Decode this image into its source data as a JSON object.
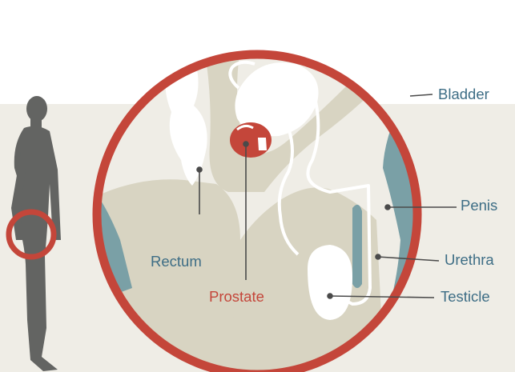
{
  "labels": {
    "bladder": "Bladder",
    "penis": "Penis",
    "urethra": "Urethra",
    "testicle": "Testicle",
    "rectum": "Rectum",
    "prostate": "Prostate"
  },
  "colors": {
    "label": "#3d6d85",
    "prostate_label": "#c4463a",
    "ring": "#c4463a",
    "background_band": "#efede6",
    "tissue": "#d8d4c2",
    "blue_tissue": "#7aa0a6",
    "silhouette": "#636462"
  },
  "icons": {
    "human_figure": "standing-person-silhouette",
    "focus_ring": "pelvis-highlight-ring"
  }
}
